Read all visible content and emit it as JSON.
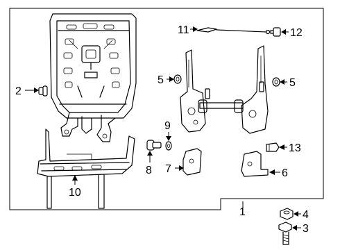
{
  "diagram": {
    "callouts": [
      {
        "id": "c1",
        "label": "1"
      },
      {
        "id": "c2",
        "label": "2"
      },
      {
        "id": "c3",
        "label": "3"
      },
      {
        "id": "c4",
        "label": "4"
      },
      {
        "id": "c5a",
        "label": "5"
      },
      {
        "id": "c5b",
        "label": "5"
      },
      {
        "id": "c6",
        "label": "6"
      },
      {
        "id": "c7",
        "label": "7"
      },
      {
        "id": "c8",
        "label": "8"
      },
      {
        "id": "c9",
        "label": "9"
      },
      {
        "id": "c10",
        "label": "10"
      },
      {
        "id": "c11",
        "label": "11"
      },
      {
        "id": "c12",
        "label": "12"
      },
      {
        "id": "c13",
        "label": "13"
      }
    ]
  }
}
